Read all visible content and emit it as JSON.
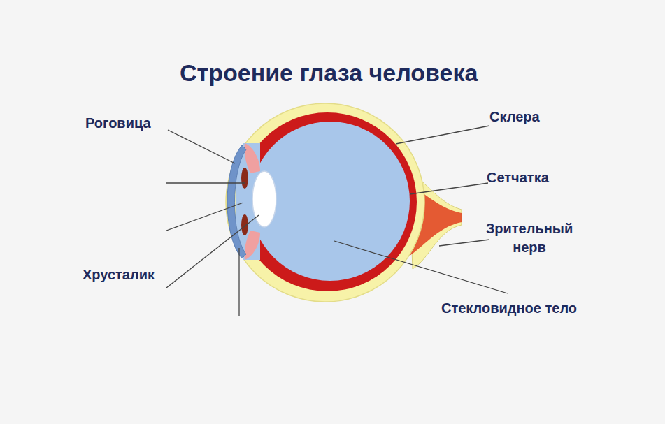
{
  "diagram": {
    "title": "Строение глаза человека",
    "labels": [
      "Роговица",
      "Хрусталик",
      "Склера",
      "Сетчатка",
      "Зрительный нерв",
      "Стекловидное тело"
    ]
  }
}
